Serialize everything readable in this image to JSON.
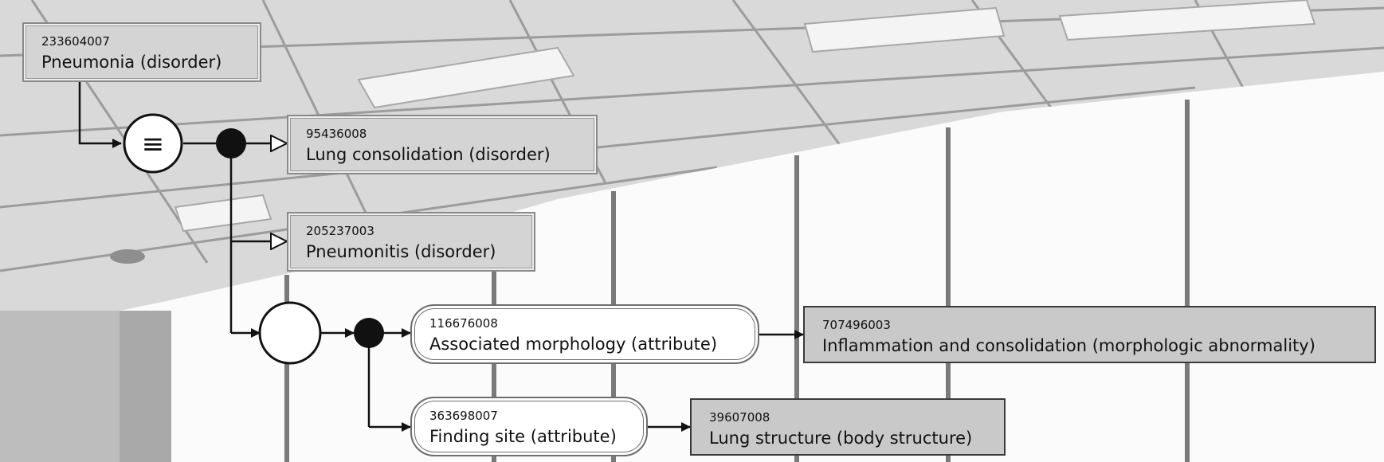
{
  "diagram": {
    "colors": {
      "line": "#111111",
      "primitive_concept_fill": "#d4d4d4",
      "defined_concept_fill": "#c9c9c9",
      "attribute_fill": "#ffffff"
    },
    "symbols": {
      "equivalence": "≡"
    },
    "focus_concept": {
      "code": "233604007",
      "label": "Pneumonia (disorder)"
    },
    "parents": [
      {
        "code": "95436008",
        "label": "Lung consolidation (disorder)"
      },
      {
        "code": "205237003",
        "label": "Pneumonitis (disorder)"
      }
    ],
    "relationships": [
      {
        "attribute": {
          "code": "116676008",
          "label": "Associated morphology (attribute)"
        },
        "value": {
          "code": "707496003",
          "label": "Inflammation and consolidation (morphologic abnormality)"
        }
      },
      {
        "attribute": {
          "code": "363698007",
          "label": "Finding site (attribute)"
        },
        "value": {
          "code": "39607008",
          "label": "Lung structure (body structure)"
        }
      }
    ]
  }
}
